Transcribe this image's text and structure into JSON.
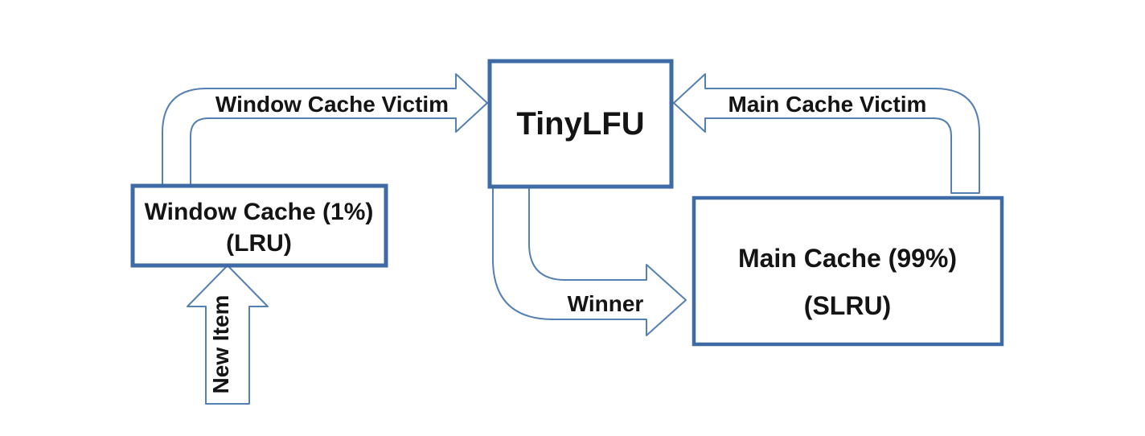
{
  "diagram": {
    "nodes": {
      "tinylfu": {
        "label": "TinyLFU"
      },
      "window_cache": {
        "title": "Window Cache (1%)",
        "subtitle": "(LRU)"
      },
      "main_cache": {
        "title": "Main Cache (99%)",
        "subtitle": "(SLRU)"
      }
    },
    "edges": {
      "window_cache_victim": {
        "label": "Window Cache Victim",
        "from": "window_cache",
        "to": "tinylfu"
      },
      "main_cache_victim": {
        "label": "Main Cache Victim",
        "from": "main_cache",
        "to": "tinylfu"
      },
      "winner": {
        "label": "Winner",
        "from": "tinylfu",
        "to": "main_cache"
      },
      "new_item": {
        "label": "New Item",
        "to": "window_cache"
      }
    },
    "colors": {
      "box_border": "#3e6ba5",
      "arrow_outline": "#5580b3",
      "label_text": "#141414",
      "background": "#ffffff"
    }
  }
}
